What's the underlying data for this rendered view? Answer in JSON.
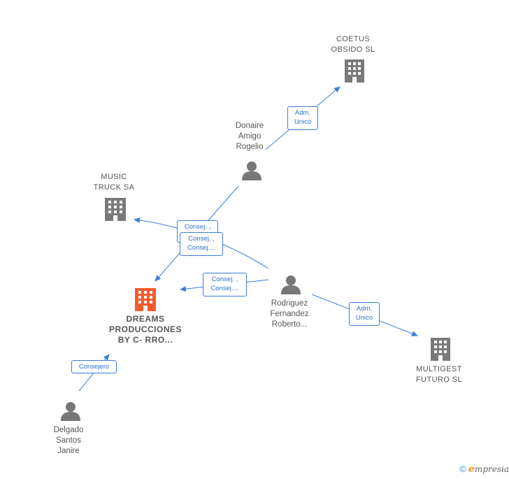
{
  "colors": {
    "edge": "#3b7ed6",
    "company": "#7a7a7a",
    "person": "#777777",
    "main_company": "#f25c2c"
  },
  "nodes": {
    "coetus": {
      "label": "COETUS\nOBSIDO  SL"
    },
    "donaire": {
      "label": "Donaire\nAmigo\nRogelio"
    },
    "music": {
      "label": "MUSIC\nTRUCK SA"
    },
    "dreams": {
      "label": "DREAMS\nPRODUCCIONES\nBY C- RRO..."
    },
    "rodriguez": {
      "label": "Rodriguez\nFernandez\nRoberto..."
    },
    "multigest": {
      "label": "MULTIGEST\nFUTURO SL"
    },
    "delgado": {
      "label": "Delgado\nSantos\nJanire"
    }
  },
  "edges": {
    "donaire_coetus": "Adm.\nUnico",
    "music_rel_top": "Consej. ,\n ",
    "music_rel_bottom": "Consej. ,\nConsej....",
    "rodriguez_dreams": "Consej. ,\nConsej....",
    "rodriguez_multigest": "Adm.\nUnico",
    "delgado_dreams": "Consejero"
  },
  "footer": {
    "copyright": "©",
    "brand_initial": "e",
    "brand_rest": "mpresia"
  }
}
